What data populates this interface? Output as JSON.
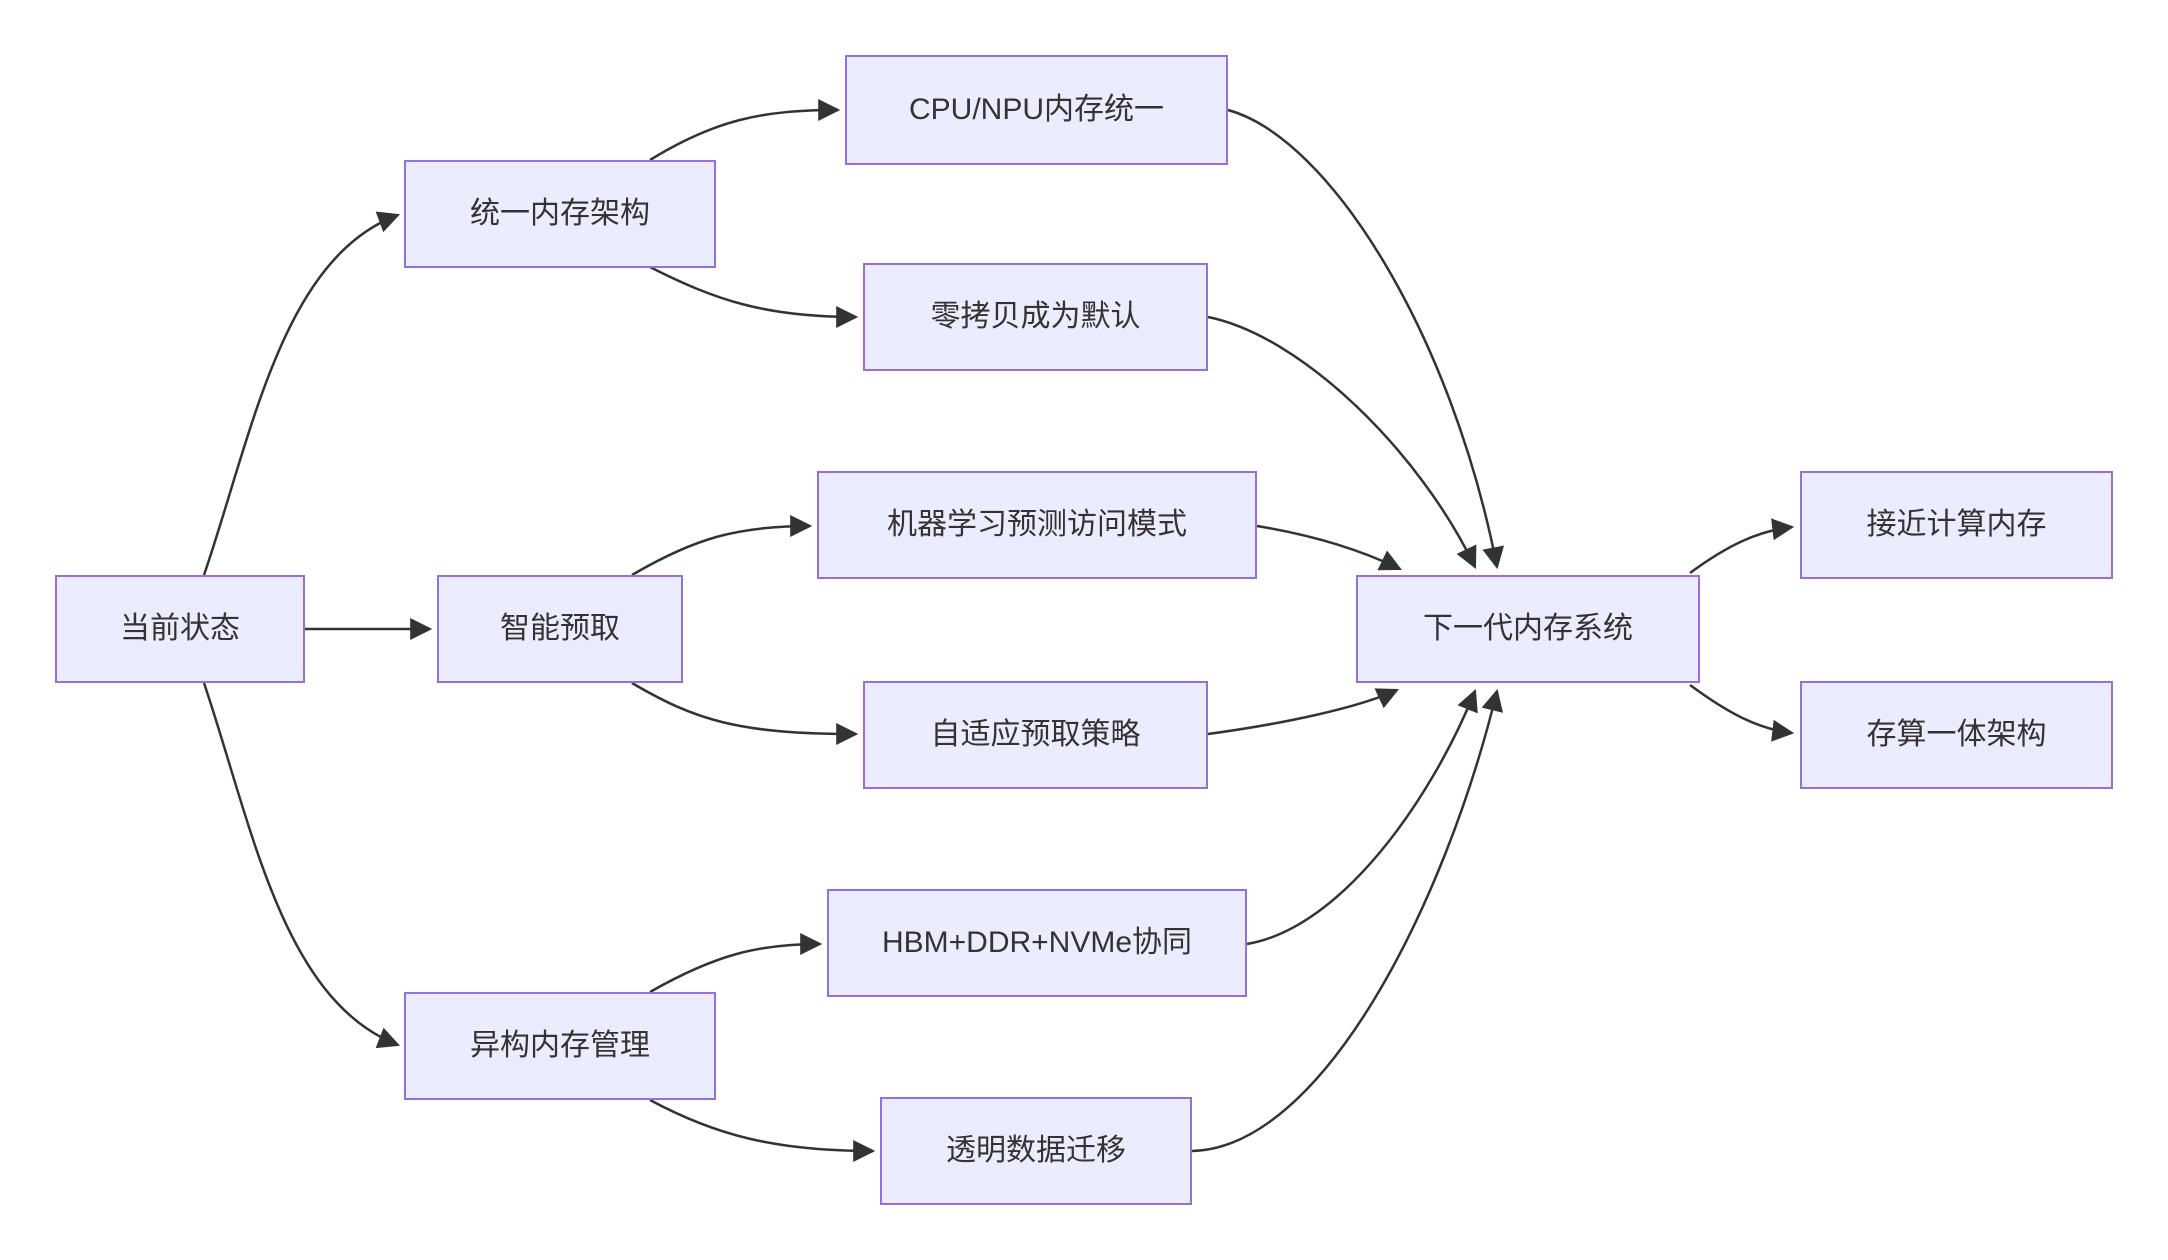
{
  "diagram": {
    "kind": "flowchart",
    "direction": "left-to-right",
    "background_color": "#ffffff",
    "node_fill_color": "#ECECFF",
    "node_border_color": "#9370DB",
    "edge_color": "#333333",
    "text_color": "#333333"
  },
  "nodes": {
    "current_state": {
      "label": "当前状态"
    },
    "unified_memory": {
      "label": "统一内存架构"
    },
    "smart_prefetch": {
      "label": "智能预取"
    },
    "hetero_memory": {
      "label": "异构内存管理"
    },
    "cpu_npu_unified": {
      "label": "CPU/NPU内存统一"
    },
    "zero_copy": {
      "label": "零拷贝成为默认"
    },
    "ml_access_pattern": {
      "label": "机器学习预测访问模式"
    },
    "adaptive_prefetch": {
      "label": "自适应预取策略"
    },
    "hbm_ddr_nvme": {
      "label": "HBM+DDR+NVMe协同"
    },
    "transparent_migration": {
      "label": "透明数据迁移"
    },
    "next_gen_memory": {
      "label": "下一代内存系统"
    },
    "near_compute_memory": {
      "label": "接近计算内存"
    },
    "compute_in_memory": {
      "label": "存算一体架构"
    }
  },
  "edges": [
    {
      "from": "当前状态",
      "to": "统一内存架构"
    },
    {
      "from": "当前状态",
      "to": "智能预取"
    },
    {
      "from": "当前状态",
      "to": "异构内存管理"
    },
    {
      "from": "统一内存架构",
      "to": "CPU/NPU内存统一"
    },
    {
      "from": "统一内存架构",
      "to": "零拷贝成为默认"
    },
    {
      "from": "智能预取",
      "to": "机器学习预测访问模式"
    },
    {
      "from": "智能预取",
      "to": "自适应预取策略"
    },
    {
      "from": "异构内存管理",
      "to": "HBM+DDR+NVMe协同"
    },
    {
      "from": "异构内存管理",
      "to": "透明数据迁移"
    },
    {
      "from": "CPU/NPU内存统一",
      "to": "下一代内存系统"
    },
    {
      "from": "零拷贝成为默认",
      "to": "下一代内存系统"
    },
    {
      "from": "机器学习预测访问模式",
      "to": "下一代内存系统"
    },
    {
      "from": "自适应预取策略",
      "to": "下一代内存系统"
    },
    {
      "from": "HBM+DDR+NVMe协同",
      "to": "下一代内存系统"
    },
    {
      "from": "透明数据迁移",
      "to": "下一代内存系统"
    },
    {
      "from": "下一代内存系统",
      "to": "接近计算内存"
    },
    {
      "from": "下一代内存系统",
      "to": "存算一体架构"
    }
  ]
}
